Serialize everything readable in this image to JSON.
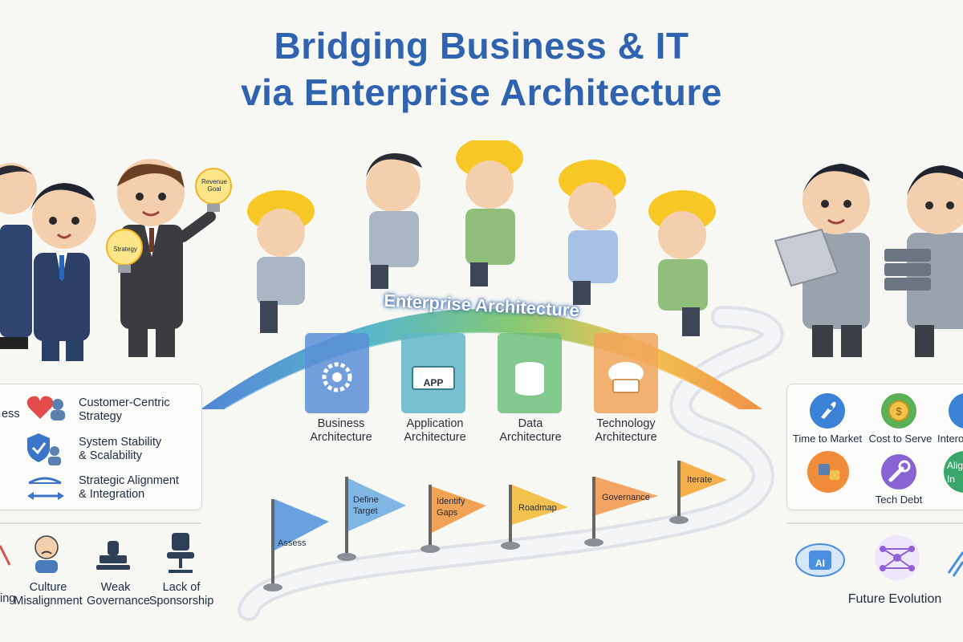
{
  "title": {
    "line1": "Bridging Business & IT",
    "line2": "via Enterprise Architecture"
  },
  "business_team": {
    "bulbs": [
      "Revenue Goal",
      "Strategy"
    ]
  },
  "bridge": {
    "label": "Enterprise Architecture",
    "pillars": [
      {
        "line1": "Business",
        "line2": "Architecture",
        "icon": "gear-icon",
        "color": "#5b8fd6"
      },
      {
        "line1": "Application",
        "line2": "Architecture",
        "icon": "app-window-icon",
        "color": "#5fb6c9",
        "icon_text": "APP"
      },
      {
        "line1": "Data",
        "line2": "Architecture",
        "icon": "database-icon",
        "color": "#6fc07a"
      },
      {
        "line1": "Technology",
        "line2": "Architecture",
        "icon": "cloud-server-icon",
        "color": "#f0a55a"
      }
    ],
    "arch_colors": [
      "#4a7fd4",
      "#4fb3c8",
      "#7cc66f",
      "#f3c24a",
      "#f08a3c"
    ]
  },
  "goals_panel": {
    "items": [
      {
        "partial_label": "ess",
        "icon": "heart-person-icon"
      },
      {
        "line1": "Customer-Centric",
        "line2": "Strategy",
        "icon": "heart-person-icon"
      },
      {
        "line1": "System Stability",
        "line2": "& Scalability",
        "icon": "shield-person-icon"
      },
      {
        "line1": "Strategic Alignment",
        "line2": "& Integration",
        "icon": "bridge-arrows-icon"
      }
    ]
  },
  "challenges": {
    "items": [
      {
        "partial_label": "ing",
        "icon": "chart-icon"
      },
      {
        "line1": "Culture",
        "line2": "Misalignment",
        "icon": "sad-person-icon"
      },
      {
        "line1": "Weak",
        "line2": "Governance",
        "icon": "stamp-icon"
      },
      {
        "line1": "Lack of",
        "line2": "Sponsorship",
        "icon": "empty-chair-icon"
      }
    ]
  },
  "roadmap": {
    "flags": [
      {
        "label": "Assess",
        "color": "#6aa1dc"
      },
      {
        "label": "Define Target",
        "color": "#7fb6e3"
      },
      {
        "label": "Identify Gaps",
        "color": "#f0a256"
      },
      {
        "label": "Roadmap",
        "color": "#f3c150"
      },
      {
        "label": "Governance",
        "color": "#f3a463"
      },
      {
        "label": "Iterate",
        "color": "#f5b04c"
      }
    ]
  },
  "benefits_panel": {
    "items": [
      {
        "label": "Time to Market",
        "icon": "rocket-icon",
        "color": "#3b82d6"
      },
      {
        "label": "Cost to Serve",
        "icon": "coin-icon",
        "color": "#5bb055"
      },
      {
        "label": "Interop",
        "icon": "interop-icon",
        "color": "#3b82d6"
      },
      {
        "label": "",
        "icon": "puzzle-icon",
        "color": "#f08c3a"
      },
      {
        "label": "Tech Debt",
        "icon": "wrench-icon",
        "color": "#8a63d2"
      },
      {
        "label": "Align",
        "label2": "In",
        "icon": "align-icon",
        "color": "#3aa66b"
      }
    ]
  },
  "future": {
    "label": "Future Evolution",
    "icons": [
      {
        "name": "ai-cloud-icon",
        "text": "AI",
        "color": "#4a8fe0"
      },
      {
        "name": "network-icon",
        "color": "#8f5fd6"
      },
      {
        "name": "lines-icon",
        "color": "#4a8fe0"
      }
    ]
  }
}
